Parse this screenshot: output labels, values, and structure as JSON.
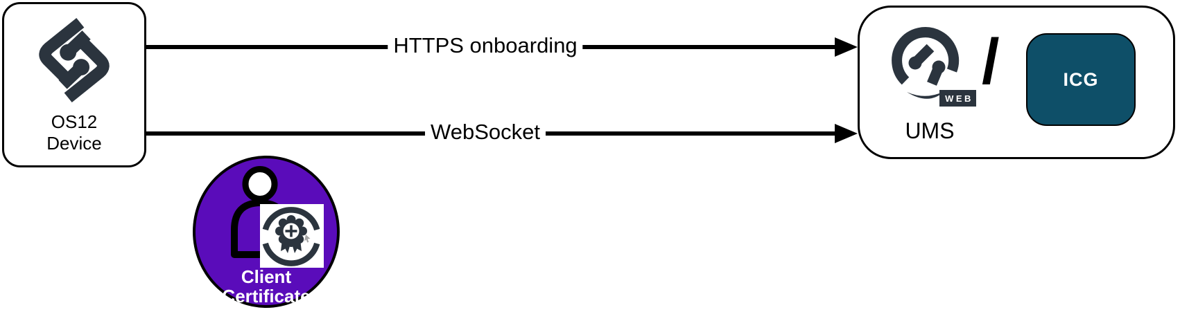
{
  "colors": {
    "purple": "#5a0cba",
    "teal": "#0e4f68",
    "slate": "#2b343e",
    "line": "#000000"
  },
  "device_node": {
    "logo_icon": "igel-os12-logo",
    "label_line1": "OS12",
    "label_line2": "Device"
  },
  "connections": [
    {
      "label": "HTTPS onboarding"
    },
    {
      "label": "WebSocket"
    }
  ],
  "server_node": {
    "logo_icon": "igel-ums-web-logo",
    "web_badge_label": "WEB",
    "ums_label": "UMS",
    "separator": "/",
    "icg_label": "ICG"
  },
  "certificate_badge": {
    "icon": "client-certificate-seal",
    "label_line1": "Client",
    "label_line2": "Certificate"
  }
}
